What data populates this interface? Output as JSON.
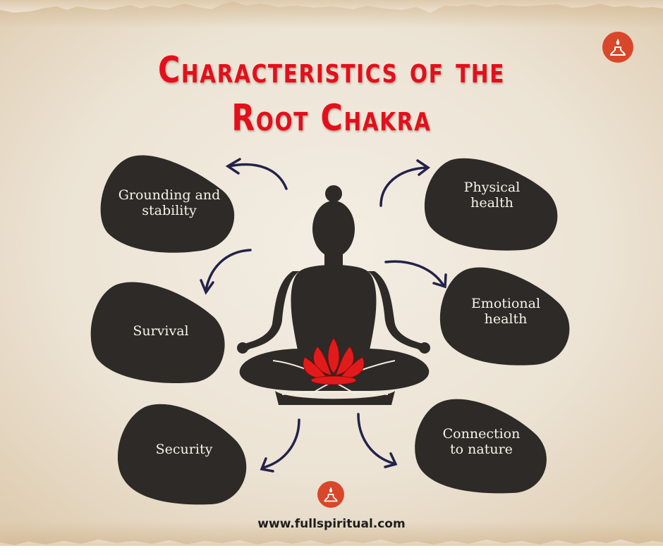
{
  "title": {
    "line1": "Characteristics of the",
    "line2": "Root Chakra",
    "color": "#e2101c"
  },
  "center": {
    "figure": "meditating-person-silhouette",
    "chakra_symbol": "red-lotus",
    "lotus_color": "#e11b1b"
  },
  "characteristics": [
    {
      "id": "grounding",
      "line1": "Grounding and",
      "line2": "stability"
    },
    {
      "id": "physical",
      "line1": "Physical",
      "line2": "health"
    },
    {
      "id": "survival",
      "line1": "Survival",
      "line2": ""
    },
    {
      "id": "emotional",
      "line1": "Emotional",
      "line2": "health"
    },
    {
      "id": "security",
      "line1": "Security",
      "line2": ""
    },
    {
      "id": "nature",
      "line1": "Connection",
      "line2": "to nature"
    }
  ],
  "colors": {
    "blob": "#2d2a27",
    "arrow": "#23224a",
    "logo": "#d9472a",
    "paper": "#ede4d6"
  },
  "logo": {
    "icon": "meditation-flame-icon"
  },
  "footer": {
    "url": "www.fullspiritual.com"
  }
}
